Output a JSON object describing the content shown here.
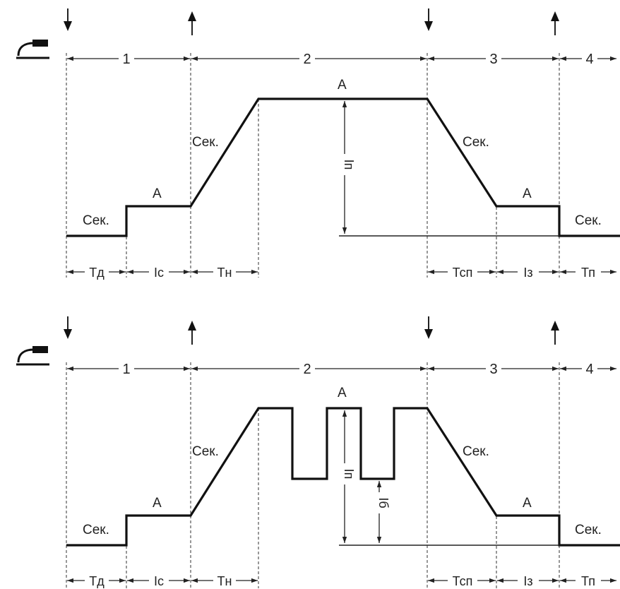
{
  "diagrams": [
    {
      "phases": [
        "1",
        "2",
        "3",
        "4"
      ],
      "state_labels": {
        "gas": "Сек.",
        "current": "A"
      },
      "dimensions": {
        "pre_gas": "Тд",
        "start_current": "Іс",
        "slope_up": "Тн",
        "main_current": "Іп",
        "slope_down": "Тсп",
        "end_current": "Із",
        "post_gas": "Тп"
      }
    },
    {
      "phases": [
        "1",
        "2",
        "3",
        "4"
      ],
      "state_labels": {
        "gas": "Сек.",
        "current": "A"
      },
      "dimensions": {
        "pre_gas": "Тд",
        "start_current": "Іс",
        "slope_up": "Тн",
        "main_current": "Іп",
        "base_current": "Іб",
        "slope_down": "Тсп",
        "end_current": "Із",
        "post_gas": "Тп"
      }
    }
  ],
  "icons": [
    "torch-icon",
    "press-arrow-icon",
    "release-arrow-icon"
  ],
  "colors": {
    "line": "#111111",
    "background": "#ffffff"
  }
}
